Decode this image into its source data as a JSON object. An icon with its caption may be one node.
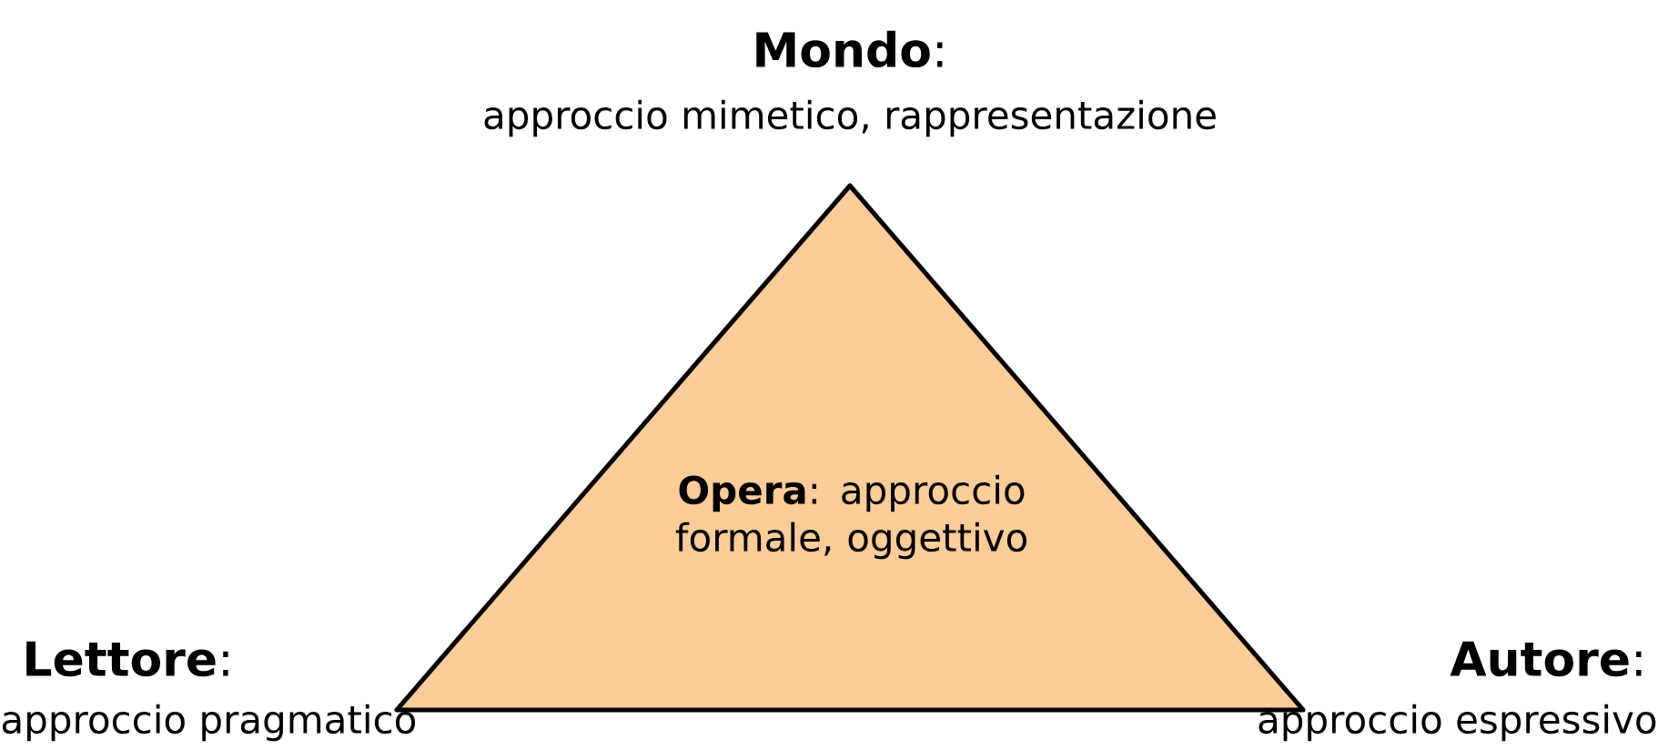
{
  "diagram": {
    "nodes": [
      {
        "text": [
          "**Opera**: approccio formale, oggettivo"
        ]
      }
    ],
    "edges": [],
    "labels": [
      "**Mondo**:",
      "approccio mimetico, rappresentazione",
      "**Lettore**:",
      "approccio pragmatico",
      "**Autore**:",
      "approccio espressivo"
    ]
  }
}
